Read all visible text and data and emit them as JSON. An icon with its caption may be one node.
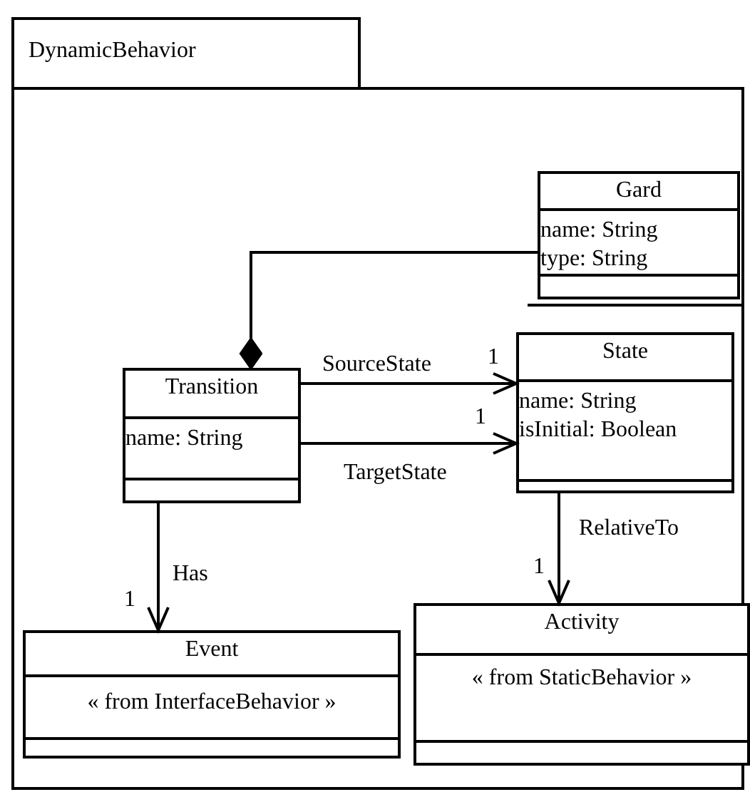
{
  "diagram": {
    "nodes": [
      {
        "text": [
          "DynamicBehavior"
        ]
      },
      {
        "text": [
          "Gard",
          "name: String",
          "type: String"
        ],
        "in": 0
      },
      {
        "text": [
          "Transition",
          "name: String"
        ],
        "in": 0
      },
      {
        "text": [
          "State",
          "name: String",
          "isInitial: Boolean"
        ],
        "in": 0
      },
      {
        "text": [
          "Event",
          "« from InterfaceBehavior »"
        ],
        "in": 0
      },
      {
        "text": [
          "Activity",
          "« from StaticBehavior »"
        ],
        "in": 0
      }
    ],
    "edges": [
      {
        "from": 1,
        "to": 2,
        "arrow": "other"
      },
      {
        "from": 2,
        "to": 3,
        "arrow": "to",
        "label": "SourceState"
      },
      {
        "from": 2,
        "to": 3,
        "arrow": "to",
        "label": "TargetState"
      },
      {
        "from": 2,
        "to": 4,
        "arrow": "to",
        "label": "Has"
      },
      {
        "from": 3,
        "to": 5,
        "arrow": "to",
        "label": "RelativeTo"
      }
    ],
    "labels": [
      "1",
      "1",
      "1",
      "1"
    ]
  }
}
